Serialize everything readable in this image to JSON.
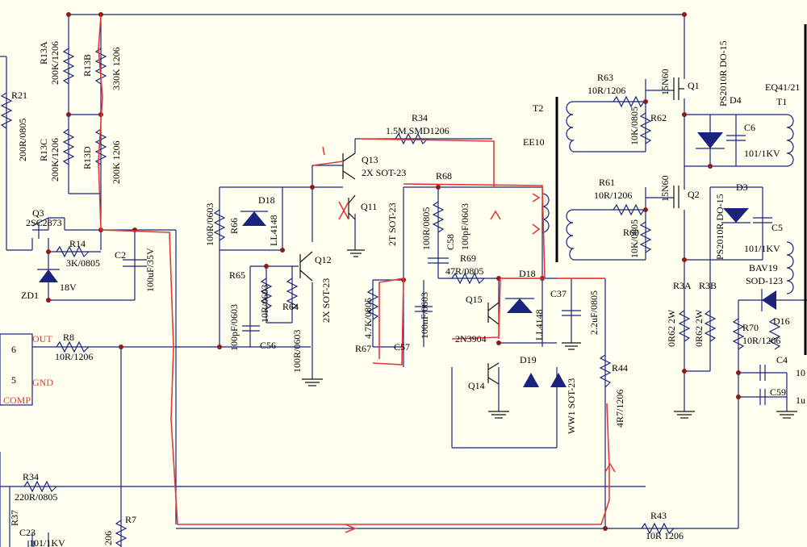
{
  "labels": {
    "r13a": "R13A",
    "r13a_v": "200K/1206",
    "r13b": "R13B",
    "r13b_v": "330K 1206",
    "r13c": "R13C",
    "r13c_v": "200K/1206",
    "r13d": "R13D",
    "r13d_v": "200K 1206",
    "r21": "R21",
    "r21_v": "200R/0805",
    "q3": "Q3",
    "q3_v": "2SC2873",
    "r14": "R14",
    "r14_v": "3K/0805",
    "c2": "C2",
    "c2_v": "100uF/35V",
    "zd1": "ZD1",
    "zd1_v": "18V",
    "pin6": "6",
    "pin5": "5",
    "out": "OUT",
    "gnd": "GND",
    "comp": "COMP",
    "r8": "R8",
    "r8_v": "10R/1206",
    "r34b": "R34",
    "r34b_v": "220R/0805",
    "r37": "R37",
    "c23": "C23",
    "c23_v": "101/1KV",
    "r7": "R7",
    "r7_v": "206",
    "r66": "R66",
    "r66_v": "100R/0603",
    "d18a": "D18",
    "d18a_v": "LL4148",
    "r65": "R65",
    "r65_v": "100pF/0603",
    "c56": "C56",
    "r64": "R64",
    "r64_v": "10R/0603",
    "r64_v2": "100R/0603",
    "q12": "Q12",
    "q12_v": "2X SOT-23",
    "q13": "Q13",
    "q13_v": "2X SOT-23",
    "q11": "Q11",
    "q11_v": "2T SOT-23",
    "r34": "R34",
    "r34_v": "1.5M SMD1206",
    "r68": "R68",
    "r68_v": "100R/0805",
    "c58": "C58",
    "c58_v": "100pF/0603",
    "r69": "R69",
    "r69_v": "47R/0805",
    "r67": "R67",
    "r67_v": "4.7K/0805",
    "c57": "C57",
    "c57_v": "100nF/0603",
    "q15": "Q15",
    "q15_v": "2N3904",
    "d18b": "D18",
    "d18b_v": "LL4148",
    "c37": "C37",
    "c37_v": "2.2uF/0805",
    "q14": "Q14",
    "d19": "D19",
    "d19_v": "WW1 SOT-23",
    "r44": "R44",
    "r44_v": "4R7/1206",
    "t2": "T2",
    "ee10": "EE10",
    "r63": "R63",
    "r63_v": "10R/1206",
    "r62": "R62",
    "r62_v": "10K/0805",
    "q1": "Q1",
    "q1_v": "15N60",
    "d4": "D4",
    "d4_v": "PS2010R DO-15",
    "c6": "C6",
    "c6_v": "101/1KV",
    "r61": "R61",
    "r61_v": "10R/1206",
    "r60": "R60",
    "r60_v": "10K/0805",
    "q2": "Q2",
    "q2_v": "15N60",
    "d3": "D3",
    "d3_v": "PS2010R DO-15",
    "c5": "C5",
    "c5_v": "101/1KV",
    "eq": "EQ41/21",
    "t1": "T1",
    "r3a": "R3A",
    "r3a_v": "0R62 2W",
    "r3b": "R3B",
    "r3b_v": "0R62 2W",
    "bav": "BAV19",
    "sod": "SOD-123",
    "d16": "D16",
    "r70": "R70",
    "r70_v": "10R/1206",
    "c4": "C4",
    "c59": "C59",
    "c4_v": "10",
    "c59_v": "1u",
    "r43": "R43",
    "r43_v": "10R 1206"
  }
}
